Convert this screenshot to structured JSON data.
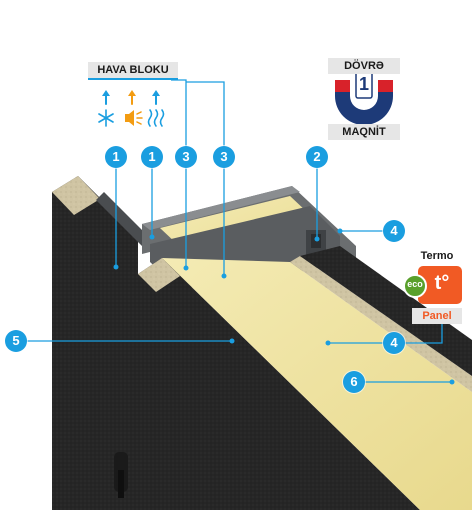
{
  "legend": {
    "air_block_title": "HAVA BLOKU",
    "air_block_icons": [
      "arrow-up-icon",
      "arrow-up-icon",
      "arrow-up-icon",
      "snowflake-icon",
      "sound-icon",
      "heat-waves-icon"
    ],
    "circuit_title": "DÖVRƏ",
    "circuit_number": "1",
    "magnet_label": "MAQNİT",
    "thermo_title": "Termo",
    "eco_label": "eco",
    "t_degree_label": "t°",
    "panel_label": "Panel"
  },
  "markers": [
    "1",
    "1",
    "3",
    "3",
    "2",
    "4",
    "4",
    "5",
    "6"
  ],
  "colors": {
    "accent_blue": "#1a9ee0",
    "magnet_red": "#d8222a",
    "magnet_navy": "#1d3a78",
    "thermo_orange": "#f15a24",
    "eco_green": "#5aa02c",
    "panel_dark": "#262626",
    "insulation_yellow": "#efe3a0",
    "frame_gray": "#6b6e70"
  }
}
